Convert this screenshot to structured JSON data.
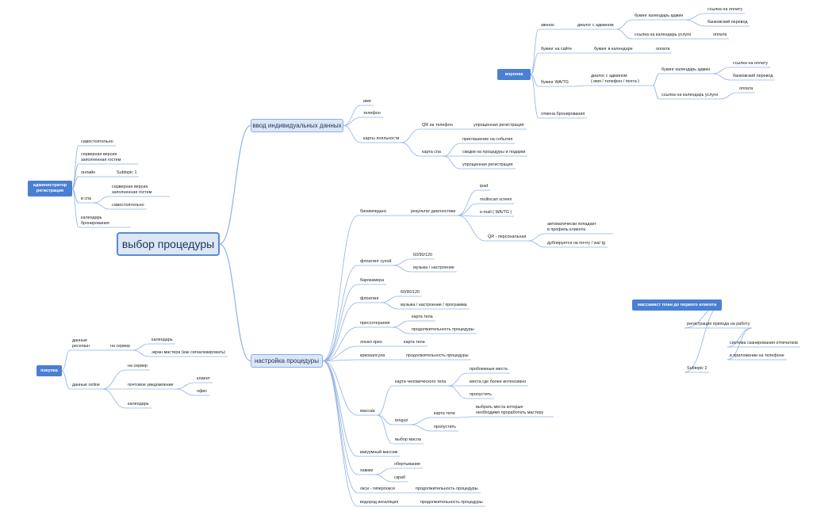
{
  "colors": {
    "line": "#8fb2e3",
    "float_bg": "#4a7fd4",
    "main_bg": "#dce6f5",
    "main_border": "#8aaee0"
  },
  "central": "выбор процедуры",
  "main_topics": {
    "input": "ввод индивидуальных данных",
    "setup": "настройка процедуры"
  },
  "floating": {
    "admin": "администратор\nрегистрация",
    "funnel": "воронка",
    "purchase": "покупка",
    "masseur": "массажист план до первого клиента"
  },
  "input_branch": {
    "name": "имя",
    "phone": "телефон",
    "loyalty": "карты лояльности",
    "qr_phone": "QR на телефон",
    "simple_reg_1": "упрощенная регистрация",
    "spa_card": "карта спа",
    "invite": "приглашение на события",
    "discounts": "скидки на процедуры и подарки",
    "simple_reg_2": "упрощенная регистрация"
  },
  "setup_branch": {
    "bioimpedance": "биоимпеданс",
    "diag_result": "результат диагностики",
    "ipad": "ipad",
    "multiscan": "multiscan screen",
    "email": "e-mail ( WA/TG )",
    "qr_personal": "QR - персональная",
    "auto_profile": "автоматически попадает\nв профиль клиента",
    "dup_mail": "дублируется на почту / wa/ tg",
    "dry_float": "флоатинг сухой",
    "dry_float_time": "60/90/120",
    "dry_float_music": "музыка / настроение",
    "barochamber": "барокамера",
    "floating": "флоатинг",
    "floating_time": "60/90/120",
    "floating_music": "музыка / настроение / программа",
    "pressotherapy": "прессотерапия",
    "presso_body": "карта тела",
    "presso_duration": "продолжительность процедуры",
    "local_cryo": "локал крио",
    "cryo_body": "карта тела",
    "cryocapsule": "криокапсула",
    "cryocapsule_duration": "продолжительность процедуры",
    "massage": "массаж",
    "human_body": "карта человеческого тела",
    "problem_areas": "проблемные места",
    "intensive_areas": "места где более интенсивно",
    "skip_1": "пропустить",
    "tenguri": "tenguri",
    "tenguri_body": "карта тела",
    "select_areas": "выбрать места которые\nнеобходимо проработать мастеру",
    "skip_2": "пропустить",
    "oil": "выбор масла",
    "vacuum": "вакуумный массаж",
    "hammam": "хамам",
    "wrap": "обертывание",
    "scrub": "скраб",
    "oxy": "окси - гипероокси",
    "oxy_duration": "продолжительность процедуры",
    "hydrogen": "водород ингаляция",
    "hydrogen_duration": "продолжительность процедуры"
  },
  "admin_branch": {
    "self_1": "самостоятельно",
    "server_version_1": "серверная версия\nзаполненная гостем",
    "online": "онлайн",
    "subtopic_1": "Subtopic 1",
    "in_spa": "в спа",
    "server_version_2": "серверная версия\nзаполненная гостем",
    "self_2": "самостоятельно",
    "calendar_booking": "календарь\nбронирования"
  },
  "funnel_branch": {
    "call": "звонок",
    "admin_dialog": "диалог с админом",
    "booking_calendar_admin_1": "букинг календарь админ",
    "pay_link_1": "ссылка на оплату",
    "bank_transfer_1": "банковский перевод",
    "service_calendar_link_1": "ссылка на календарь услуги",
    "payment_1": "оплата",
    "site_booking": "букинг на сайте",
    "booking_in_calendar": "букинг в календаре",
    "payment_2": "оплата",
    "booking_watg": "букинг WA/TG",
    "admin_dialog_2": "диалог с админом\n( имя / телефон / почта )",
    "booking_calendar_admin_2": "букинг календарь админ",
    "pay_link_2": "ссылка на оплату",
    "bank_transfer_2": "банковский перевод",
    "service_calendar_link_2": "ссылка на календарь услуги",
    "payment_3": "оплата",
    "cancel": "отмена бронирования"
  },
  "purchase_branch": {
    "reception_data": "данные\nресепшн",
    "to_server_1": "на сервер",
    "calendar_1": "календарь",
    "master_screen": "экран мастера (как сигнализировать)",
    "online_data": "данные online",
    "to_server_2": "на сервер",
    "mail_notify": "почтовое уведомление",
    "client": "клиент",
    "office": "офис",
    "calendar_2": "календарь"
  },
  "masseur_branch": {
    "arrival_reg": "регистрация прихода на работу",
    "fingerprint": "система сканирования отпечатков",
    "phone_app": "в приложении на телефоне",
    "subtopic_2": "Subtopic 2"
  }
}
